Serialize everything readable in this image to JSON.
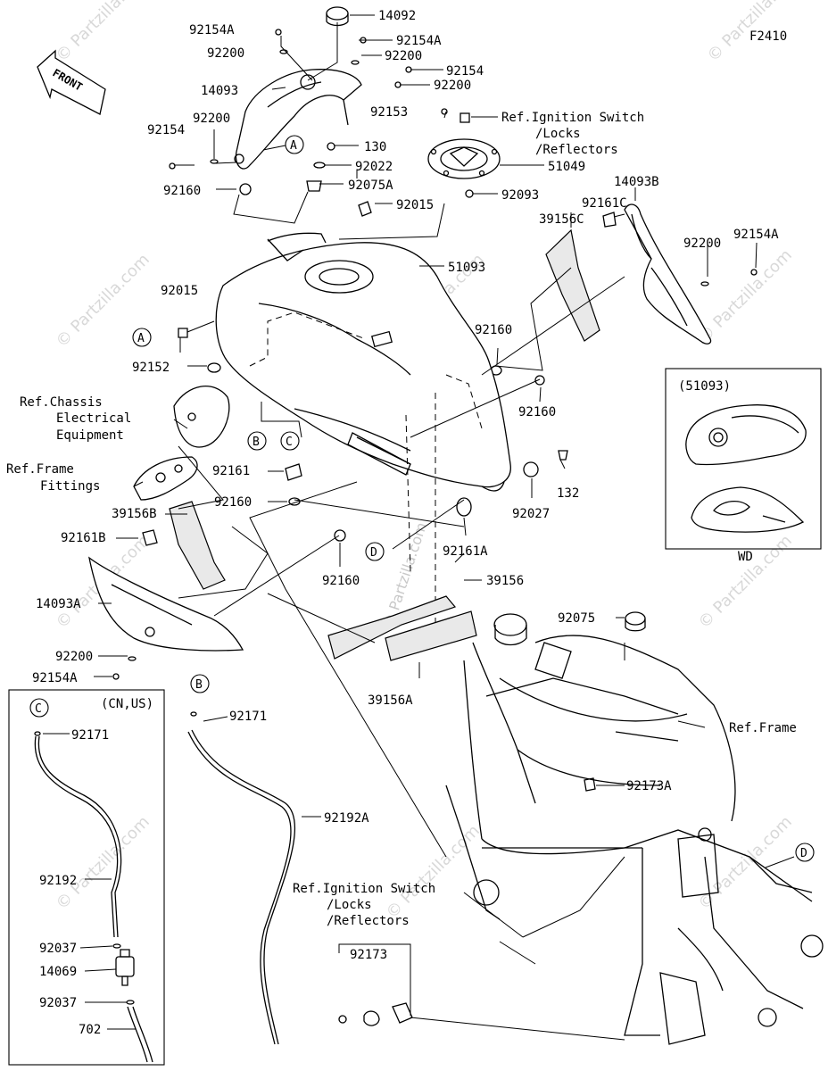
{
  "figure_code": "F2410",
  "front_label": "FRONT",
  "watermark": "© Partzilla.com",
  "wd_box": {
    "title": "(51093)",
    "caption": "WD"
  },
  "cn_us_box": {
    "title": "(CN,US)"
  },
  "refs": {
    "ignition_top": [
      "Ref.Ignition Switch",
      "/Locks",
      "/Reflectors"
    ],
    "chassis": [
      "Ref.Chassis",
      "Electrical",
      "Equipment"
    ],
    "frame_fittings": [
      "Ref.Frame",
      "Fittings"
    ],
    "frame": "Ref.Frame",
    "ignition_bottom": [
      "Ref.Ignition Switch",
      "/Locks",
      "/Reflectors"
    ]
  },
  "callouts": {
    "A": "A",
    "B": "B",
    "C": "C",
    "D": "D"
  },
  "parts": {
    "p14092": "14092",
    "p92154A_1": "92154A",
    "p92154A_2": "92154A",
    "p92200_1": "92200",
    "p92200_2": "92200",
    "p14093": "14093",
    "p92154_1": "92154",
    "p92200_3": "92200",
    "p92154_2": "92154",
    "p92200_4": "92200",
    "p92153": "92153",
    "p130": "130",
    "p92022": "92022",
    "p51049": "51049",
    "p92160_1": "92160",
    "p92075A": "92075A",
    "p92093": "92093",
    "p92015_1": "92015",
    "p14093B": "14093B",
    "p92161C": "92161C",
    "p39156C": "39156C",
    "p92200_5": "92200",
    "p92154A_3": "92154A",
    "p51093": "51093",
    "p92015_2": "92015",
    "p92160_2": "92160",
    "p92152": "92152",
    "p92160_3": "92160",
    "p92161": "92161",
    "p92160_4": "92160",
    "p132": "132",
    "p92027": "92027",
    "p39156B": "39156B",
    "p92161B": "92161B",
    "p92161A": "92161A",
    "p39156": "39156",
    "p92160_5": "92160",
    "p14093A": "14093A",
    "p92200_6": "92200",
    "p92154A_4": "92154A",
    "p92075": "92075",
    "p39156A": "39156A",
    "p92171_1": "92171",
    "p92171_2": "92171",
    "p92173A": "92173A",
    "p92192A": "92192A",
    "p92192": "92192",
    "p92037_1": "92037",
    "p14069": "14069",
    "p92037_2": "92037",
    "p702": "702",
    "p92173": "92173"
  }
}
